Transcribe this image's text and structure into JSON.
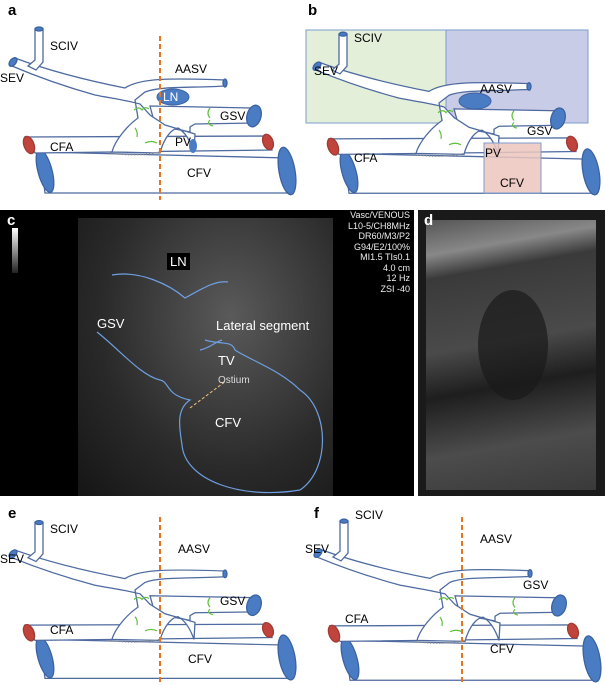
{
  "panels": {
    "a": {
      "letter": "a",
      "labels": {
        "sciv": "SCIV",
        "sev": "SEV",
        "aasv": "AASV",
        "ln": "LN",
        "gsv": "GSV",
        "pv": "PV",
        "cfa": "CFA",
        "cfv": "CFV"
      }
    },
    "b": {
      "letter": "b",
      "labels": {
        "sciv": "SCIV",
        "sev": "SEV",
        "aasv": "AASV",
        "ln": "LN",
        "gsv": "GSV",
        "pv": "PV",
        "cfa": "CFA",
        "cfv": "CFV"
      }
    },
    "c": {
      "letter": "c",
      "labels": {
        "ln": "LN",
        "gsv": "GSV",
        "lateral": "Lateral segment",
        "tv": "TV",
        "ostium": "Ostium",
        "cfv": "CFV"
      },
      "readout": [
        "Vasc/VENOUS",
        "L10-5/CH8MHz",
        "DR60/M3/P2",
        "G94/E2/100%",
        "MI1.5  TIs0.1",
        "4.0 cm",
        "12 Hz",
        "ZSI -40"
      ]
    },
    "d": {
      "letter": "d"
    },
    "e": {
      "letter": "e",
      "labels": {
        "sciv": "SCIV",
        "sev": "SEV",
        "aasv": "AASV",
        "gsv": "GSV",
        "cfa": "CFA",
        "cfv": "CFV"
      }
    },
    "f": {
      "letter": "f",
      "labels": {
        "sciv": "SCIV",
        "sev": "SEV",
        "aasv": "AASV",
        "gsv": "GSV",
        "cfa": "CFA",
        "cfv": "CFV"
      }
    }
  },
  "colors": {
    "vein_fill": "#4a7cc4",
    "artery_fill": "#c0443b",
    "outline": "#4e6aa0",
    "dashed_line": "#e8741f",
    "valve": "#5fbf3c",
    "contour": "#6f9fe0",
    "region_green": "#e3efd9",
    "region_purple": "#c9cce6",
    "region_pink": "#ecc6bd"
  }
}
